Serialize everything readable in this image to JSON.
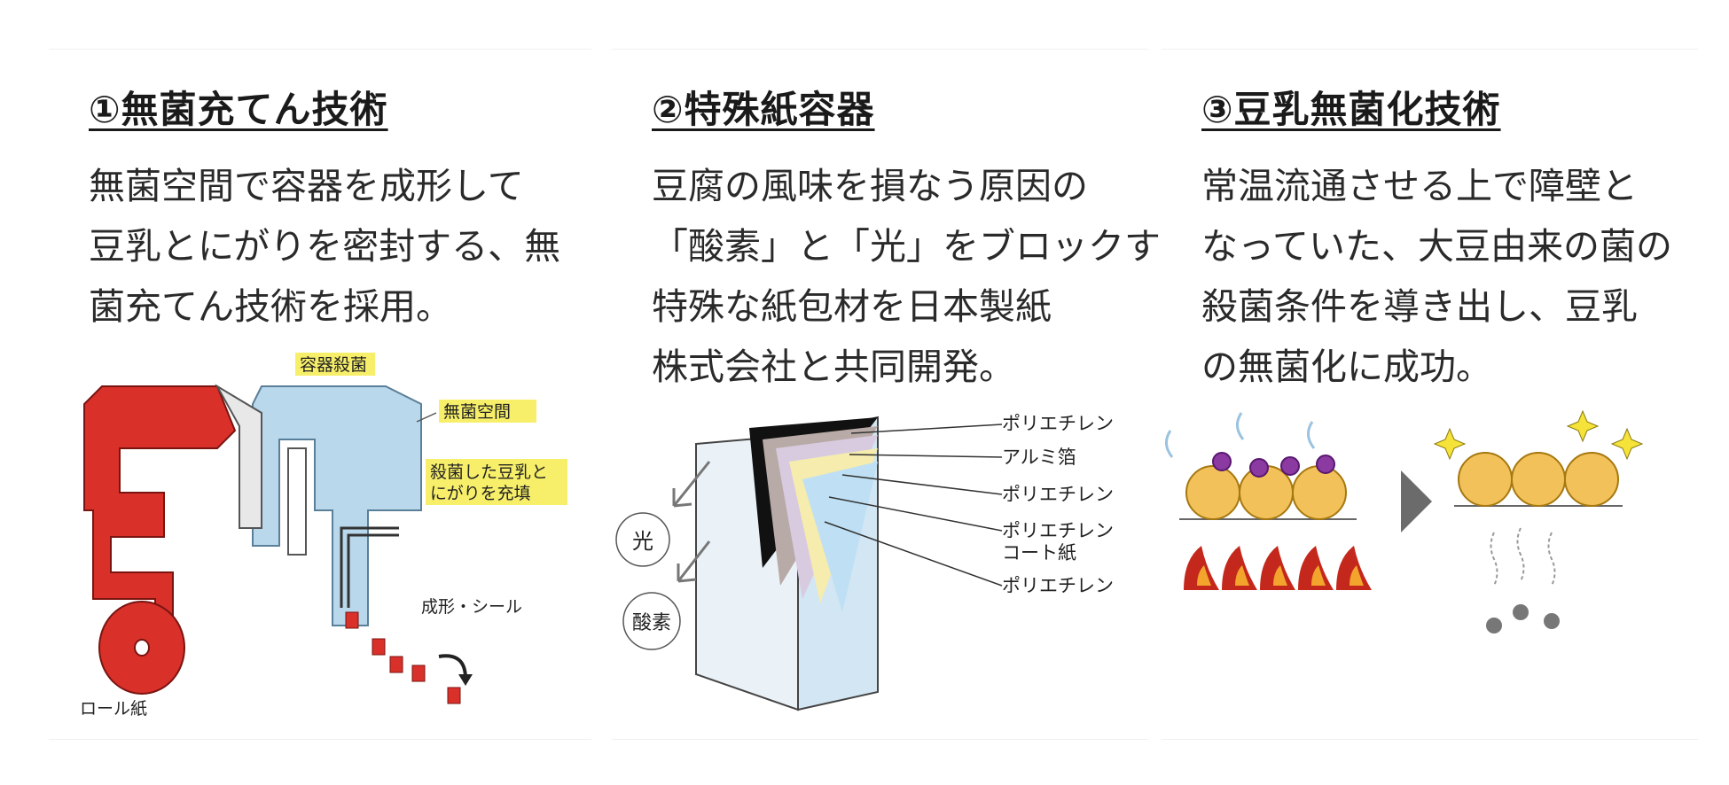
{
  "panels": [
    {
      "title": "①無菌充てん技術",
      "desc": [
        "無菌空間で容器を成形して",
        "豆乳とにがりを密封する、無",
        "菌充てん技術を採用。"
      ],
      "labels": {
        "container_sterilize": "容器殺菌",
        "aseptic_space": "無菌空間",
        "fill_line1": "殺菌した豆乳と",
        "fill_line2": "にがりを充填",
        "form_seal": "成形・シール",
        "roll_paper": "ロール紙"
      }
    },
    {
      "title": "②特殊紙容器",
      "desc": [
        "豆腐の風味を損なう原因の",
        "「酸素」と「光」をブロックする",
        "特殊な紙包材を日本製紙",
        "株式会社と共同開発。"
      ],
      "labels": {
        "light": "光",
        "oxygen": "酸素",
        "layer1": "ポリエチレン",
        "layer2": "アルミ箔",
        "layer3": "ポリエチレン",
        "layer4a": "ポリエチレン",
        "layer4b": "コート紙",
        "layer5": "ポリエチレン"
      }
    },
    {
      "title": "③豆乳無菌化技術",
      "desc": [
        "常温流通させる上で障壁と",
        "なっていた、大豆由来の菌の",
        "殺菌条件を導き出し、豆乳",
        "の無菌化に成功。"
      ]
    }
  ],
  "colors": {
    "machine_red": "#d9302a",
    "sterile_blue": "#b9d8ec",
    "label_yellow": "#f7ef6a",
    "bean": "#f2c15a",
    "flame": "#c4281c",
    "germ": "#8a3aa0"
  }
}
